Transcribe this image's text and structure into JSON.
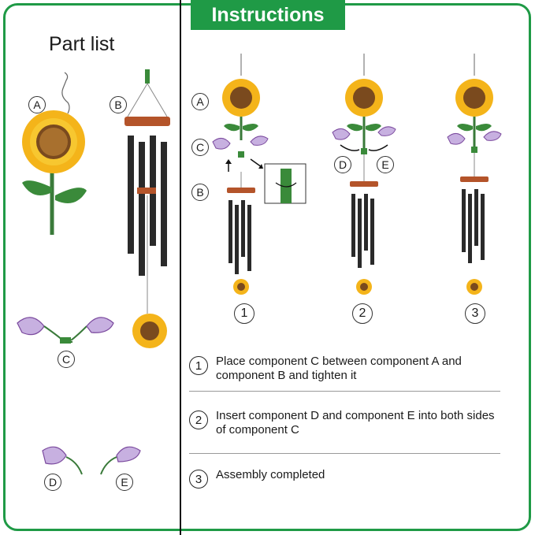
{
  "header": {
    "title": "Instructions"
  },
  "parts": {
    "title": "Part list",
    "labels": [
      "A",
      "B",
      "C",
      "D",
      "E"
    ]
  },
  "diagram": {
    "labels": [
      "A",
      "C",
      "B",
      "D",
      "E"
    ],
    "stage_numbers": [
      "1",
      "2",
      "3"
    ]
  },
  "steps": [
    {
      "num": "1",
      "text": "Place component C between component A and component B and tighten it"
    },
    {
      "num": "2",
      "text": "Insert component D and component E into both sides of component C"
    },
    {
      "num": "3",
      "text": "Assembly completed"
    }
  ],
  "colors": {
    "accent": "#1f9a46",
    "petal": "#f4b41a",
    "leaf": "#3a8a3a",
    "tube": "#2a2a2a",
    "wood": "#b4542a"
  }
}
